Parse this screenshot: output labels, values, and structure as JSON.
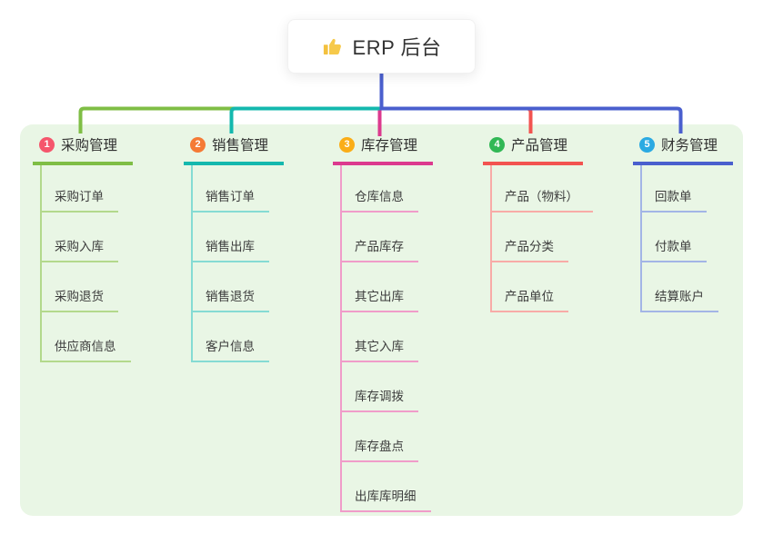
{
  "root": {
    "icon": "thumbs-up",
    "title": "ERP 后台"
  },
  "branches": [
    {
      "num": "1",
      "label": "采购管理",
      "line_color": "#7FBE45",
      "child_line_color": "#B3D98C",
      "badge_color": "#F5566C",
      "children": [
        "采购订单",
        "采购入库",
        "采购退货",
        "供应商信息"
      ]
    },
    {
      "num": "2",
      "label": "销售管理",
      "line_color": "#14B8AE",
      "child_line_color": "#85DBD3",
      "badge_color": "#F57A35",
      "children": [
        "销售订单",
        "销售出库",
        "销售退货",
        "客户信息"
      ]
    },
    {
      "num": "3",
      "label": "库存管理",
      "line_color": "#DC3A8E",
      "child_line_color": "#F09CC9",
      "badge_color": "#FAAD17",
      "children": [
        "仓库信息",
        "产品库存",
        "其它出库",
        "其它入库",
        "库存调拨",
        "库存盘点",
        "出库库明细"
      ]
    },
    {
      "num": "4",
      "label": "产品管理",
      "line_color": "#F25350",
      "child_line_color": "#F8ABA7",
      "badge_color": "#31B855",
      "children": [
        "产品（物料）",
        "产品分类",
        "产品单位"
      ]
    },
    {
      "num": "5",
      "label": "财务管理",
      "line_color": "#4A5FCE",
      "child_line_color": "#A3B5E6",
      "badge_color": "#2BAAE2",
      "children": [
        "回款单",
        "付款单",
        "结算账户"
      ]
    }
  ],
  "colors": {
    "panel_bg": "#E9F6E5",
    "stem": "#4A5FCE",
    "title_text": "#333333",
    "node_text": "#3C3C3C"
  }
}
